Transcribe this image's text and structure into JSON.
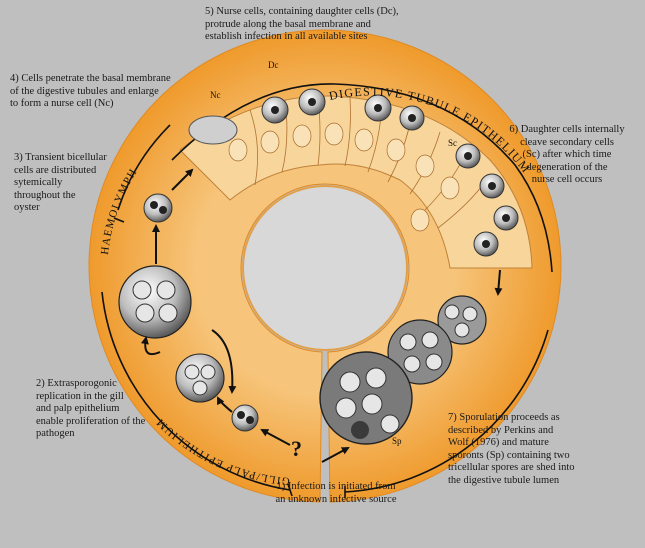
{
  "diagram": {
    "ring_labels": {
      "top": "DIGESTIVE TUBULE EPITHELIUM",
      "left": "HAEMOLYMPH",
      "bottom_left": "GILL/PALP EPITHELIUM"
    },
    "cell_labels": {
      "dc": "Dc",
      "nc": "Nc",
      "sc": "Sc",
      "sp": "Sp",
      "question": "?"
    },
    "steps": [
      "1) Infection is initiated from\nan unknown infective source",
      "2) Extrasporogonic\nreplication in the gill\nand palp epithelium\nenable proliferation of the\npathogen",
      "3) Transient bicellular\ncells are distributed\nsytemically\nthroughout the\noyster",
      "4) Cells penetrate the basal membrane\nof the digestive tubules and enlarge\nto form a nurse cell (Nc)",
      "5) Nurse cells, containing daughter cells (Dc),\nprotrude along the basal membrane and\nestablish infection in all available sites",
      "6) Daughter cells internally\ncleave secondary cells\n(Sc) after which time\ndegeneration of the\nnurse cell occurs",
      "7) Sporulation proceeds as\ndescribed by Perkins and\nWolf (1976) and mature\nsporonts (Sp) containing two\ntricellular spores are shed into\nthe digestive tubule lumen"
    ]
  },
  "colors": {
    "background": "#bfbfbf",
    "ring": "#f2a33a",
    "ring_light": "#f6c47a",
    "epithelium": "#f7d59b",
    "cell_dark": "#3a3a3a",
    "cell_mid": "#9a9a9a",
    "cell_light": "#e6e6e6"
  }
}
